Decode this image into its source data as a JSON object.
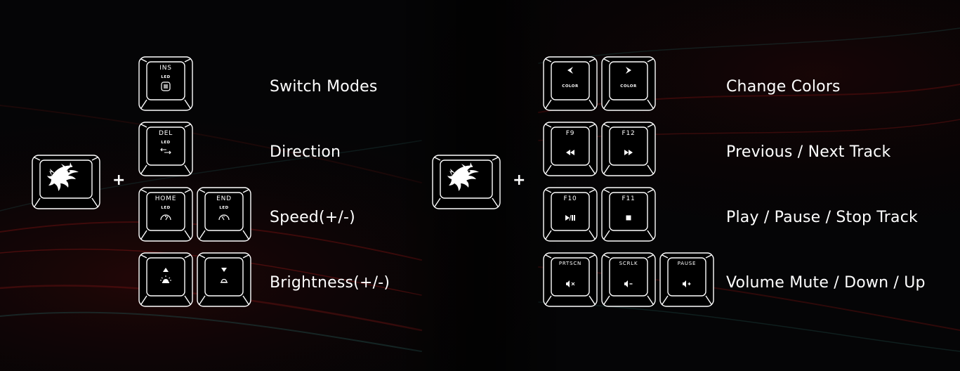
{
  "colors": {
    "background": "#050506",
    "key_outline": "#ffffff",
    "text": "#ffffff",
    "accent_red": "#7a1414",
    "accent_teal": "#1a3c3a"
  },
  "plus_symbol": "+",
  "left_group": {
    "modifier_icon": "msi-dragon-logo",
    "rows": [
      {
        "label": "Switch Modes",
        "keys": [
          {
            "legend": "INS",
            "sub": "LED",
            "icon": "menu-lines-icon"
          }
        ]
      },
      {
        "label": "Direction",
        "keys": [
          {
            "legend": "DEL",
            "sub": "LED",
            "icon": "direction-arrows-icon"
          }
        ]
      },
      {
        "label": "Speed(+/-)",
        "keys": [
          {
            "legend": "HOME",
            "sub": "LED",
            "icon": "gauge-up-icon"
          },
          {
            "legend": "END",
            "sub": "LED",
            "icon": "gauge-down-icon"
          }
        ]
      },
      {
        "label": "Brightness(+/-)",
        "keys": [
          {
            "legend": "",
            "sub": "",
            "icon": "brightness-up-icon"
          },
          {
            "legend": "",
            "sub": "",
            "icon": "brightness-down-icon"
          }
        ]
      }
    ]
  },
  "right_group": {
    "modifier_icon": "msi-dragon-logo",
    "rows": [
      {
        "label": "Change Colors",
        "keys": [
          {
            "legend": "",
            "sub": "COLOR",
            "icon": "arrow-left-icon"
          },
          {
            "legend": "",
            "sub": "COLOR",
            "icon": "arrow-right-icon"
          }
        ]
      },
      {
        "label": "Previous / Next Track",
        "keys": [
          {
            "legend": "F9",
            "sub": "",
            "icon": "rewind-icon"
          },
          {
            "legend": "F12",
            "sub": "",
            "icon": "fast-forward-icon"
          }
        ]
      },
      {
        "label": "Play / Pause / Stop Track",
        "keys": [
          {
            "legend": "F10",
            "sub": "",
            "icon": "play-pause-icon"
          },
          {
            "legend": "F11",
            "sub": "",
            "icon": "stop-icon"
          }
        ]
      },
      {
        "label": "Volume Mute / Down / Up",
        "keys": [
          {
            "legend": "PRTSCN",
            "sub": "",
            "icon": "volume-mute-icon"
          },
          {
            "legend": "SCRLK",
            "sub": "",
            "icon": "volume-down-icon"
          },
          {
            "legend": "PAUSE",
            "sub": "",
            "icon": "volume-up-icon"
          }
        ]
      }
    ]
  }
}
